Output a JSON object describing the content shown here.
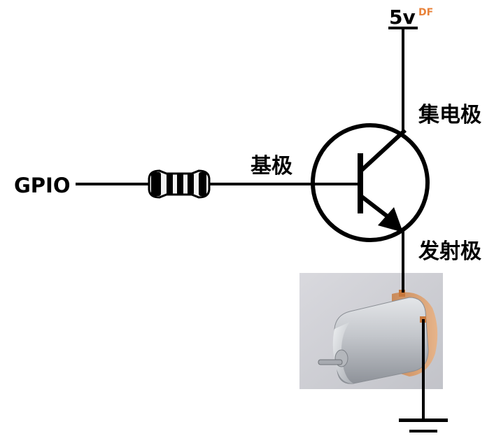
{
  "labels": {
    "gpio": "GPIO",
    "base": "基极",
    "collector": "集电极",
    "emitter": "发射极",
    "supply": "5v"
  },
  "watermark": {
    "text": "DF",
    "color": "#e8823a"
  },
  "colors": {
    "line": "#000000",
    "background": "#ffffff",
    "photo_background": "#cfcfd4",
    "motor_body": "#c9cbcf",
    "motor_cap": "#d99a66",
    "terminal": "#c8783c"
  },
  "components": {
    "resistor": "resistor",
    "transistor": "npn-transistor",
    "motor": "dc-motor-photo",
    "ground": "ground-symbol"
  }
}
